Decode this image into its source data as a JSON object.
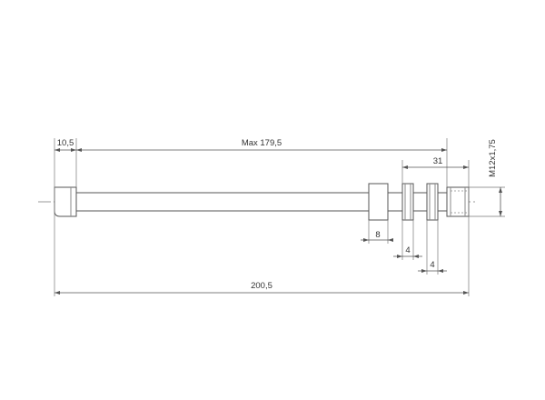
{
  "dimensions": {
    "overall_length": "200,5",
    "max_length": "Max 179,5",
    "collar_length": "10,5",
    "thread_section": "31",
    "ring_width": "8",
    "spacer_a": "4",
    "spacer_b": "4",
    "thread_spec": "M12x1,75"
  },
  "colors": {
    "line": "#555555",
    "text": "#333333",
    "background": "#ffffff"
  }
}
